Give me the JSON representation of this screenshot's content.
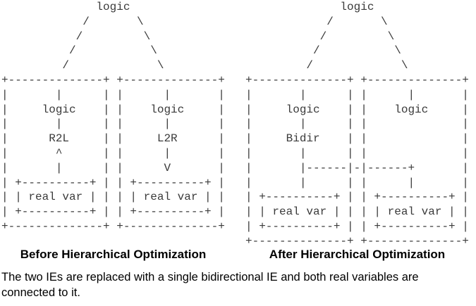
{
  "colors": {
    "background": "#ffffff",
    "ascii_art": "#3a3a3a",
    "caption_text": "#000000",
    "body_text": "#000000"
  },
  "diagrams": {
    "before": {
      "caption": "Before Hierarchical Optimization",
      "nodes": [
        "logic",
        "logic",
        "R2L",
        "real var",
        "logic",
        "L2R",
        "real var"
      ],
      "ascii": "              logic\n            /       \\\n           /         \\\n          /           \\\n         /             \\\n+--------------+ +--------------+\n|       |      | |      |       |\n|     logic    | |    logic     |\n|       |      | |      |       |\n|      R2L     | |     L2R      |\n|       ^      | |      |       |\n|       |      | |      V       |\n| +----------+ | | +----------+ |\n| | real var | | | | real var | |\n| +----------+ | | +----------+ |\n+--------------+ +--------------+"
    },
    "after": {
      "caption": "After Hierarchical Optimization",
      "nodes": [
        "logic",
        "logic",
        "Bidir",
        "real var",
        "logic",
        "real var"
      ],
      "ascii": "              logic\n            /       \\\n           /         \\\n          /           \\\n         /             \\\n+--------------+ +--------------+\n|       |      | |      |       |\n|     logic    | |    logic     |\n|       |      | |              |\n|     Bidir    | |              |\n|       |      | |              |\n|       |------|-|------+       |\n|       |      | |      |       |\n| +----------+ | | +----------+ |\n| | real var | | | | real var | |\n| +----------+ | | +----------+ |\n+--------------+ +--------------+"
    }
  },
  "description": "The two IEs are replaced with a single bidirectional IE and both real variables are\nconnected to it."
}
